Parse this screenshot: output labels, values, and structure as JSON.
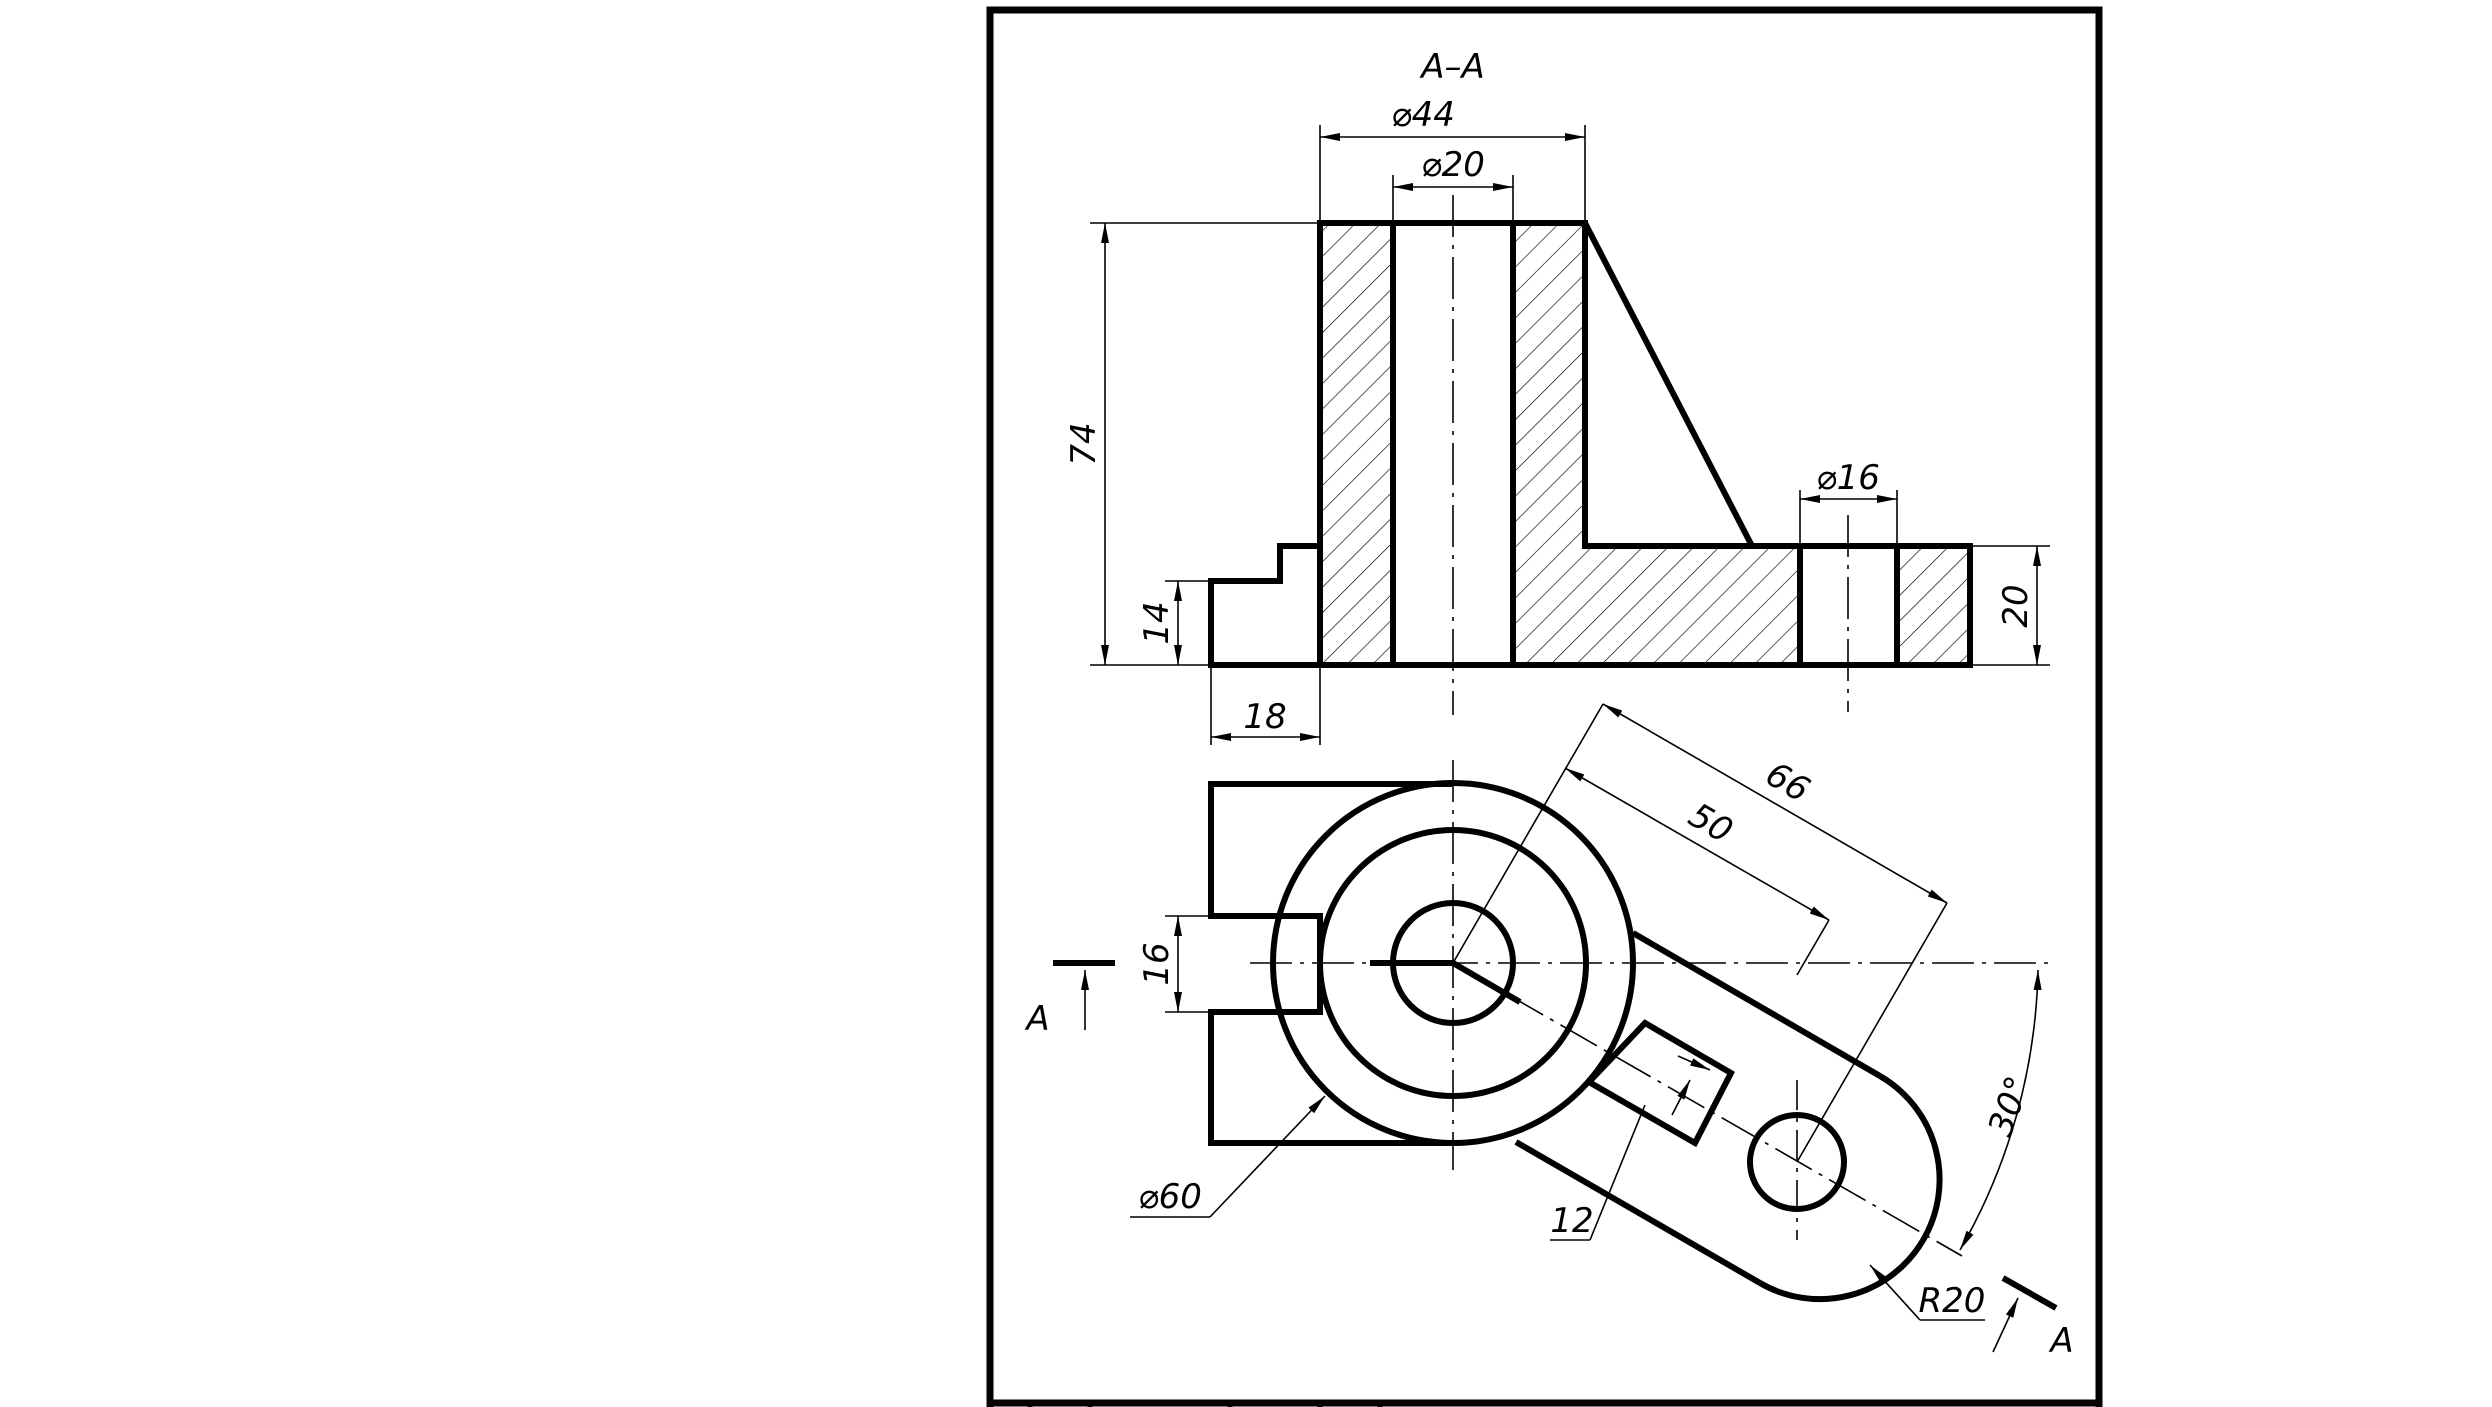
{
  "section": {
    "title": "A–A"
  },
  "dimensions": {
    "outer_diameter_top": "⌀44",
    "bore_diameter": "⌀20",
    "height_total": "74",
    "hole_diameter": "⌀16",
    "flange_thickness": "20",
    "step_height": "14",
    "step_width": "18",
    "distance_66": "66",
    "distance_50": "50",
    "slot_width": "16",
    "angle": "30°",
    "boss_diameter": "⌀60",
    "rib_width": "12",
    "end_radius": "R20"
  },
  "cutting_plane": {
    "label_left": "A",
    "label_right": "A"
  }
}
